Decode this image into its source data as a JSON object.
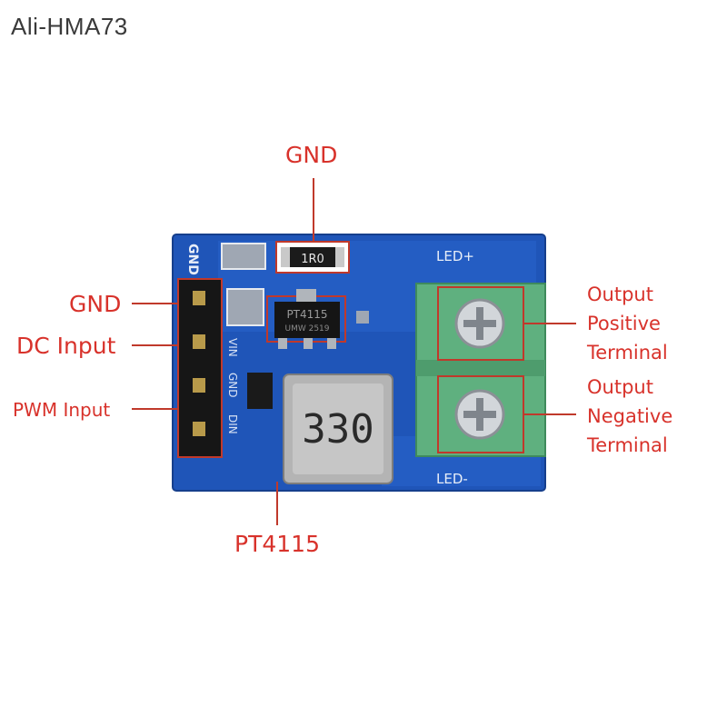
{
  "watermark": "Ali-HMA73",
  "labels": {
    "gnd_top": "GND",
    "gnd_left": "GND",
    "dc_input": "DC Input",
    "pwm_input": "PWM Input",
    "pt4115": "PT4115",
    "output_positive": [
      "Output",
      "Positive",
      "Terminal"
    ],
    "output_negative": [
      "Output",
      "Negative",
      "Terminal"
    ]
  },
  "board_text": {
    "resistor": "1R0",
    "chip": "PT4115",
    "chip_code": "UMW 2519",
    "inductor": "330",
    "led_plus": "LED+",
    "led_minus": "LED-",
    "pin_gnd": "GND",
    "pin_vin": "VIN",
    "pin_gnd2": "GND",
    "pin_din": "DIN"
  },
  "colors": {
    "label_red": "#d8322b",
    "pcb_blue": "#1f55b8",
    "terminal_green": "#5fb07f",
    "leader_red": "#c0392b"
  }
}
